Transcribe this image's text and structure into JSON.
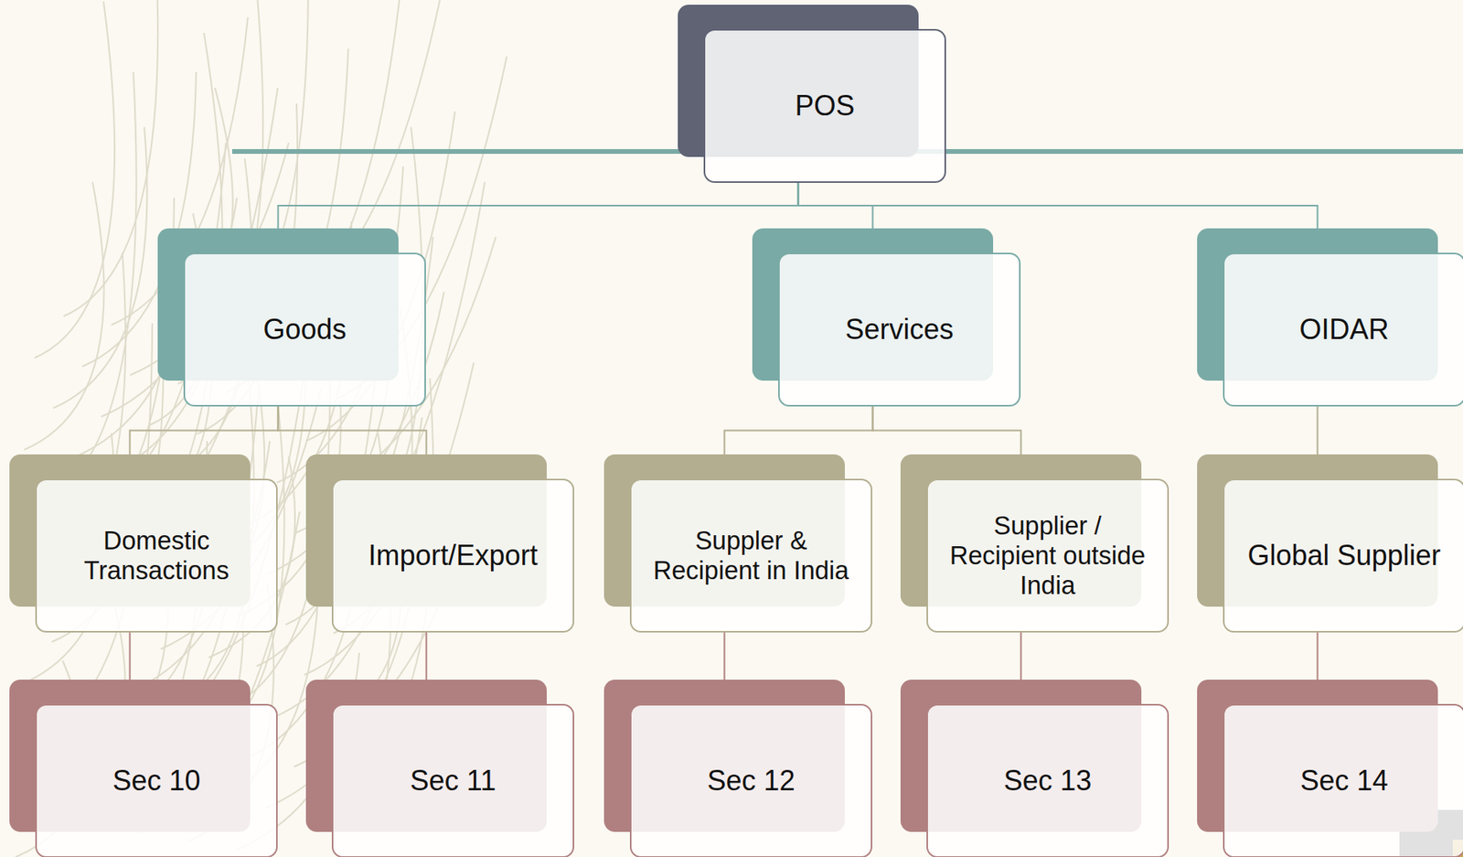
{
  "diagram": {
    "nodes": [
      {
        "text": [
          "POS"
        ]
      },
      {
        "text": [
          "Goods"
        ]
      },
      {
        "text": [
          "Services"
        ]
      },
      {
        "text": [
          "OIDAR"
        ]
      },
      {
        "text": [
          "Domestic Transactions"
        ]
      },
      {
        "text": [
          "Import/Export"
        ]
      },
      {
        "text": [
          "Suppler & Recipient in India"
        ]
      },
      {
        "text": [
          "Supplier / Recipient outside India"
        ]
      },
      {
        "text": [
          "Global Supplier"
        ]
      },
      {
        "text": [
          "Sec 10"
        ]
      },
      {
        "text": [
          "Sec 11"
        ]
      },
      {
        "text": [
          "Sec 12"
        ]
      },
      {
        "text": [
          "Sec 13"
        ]
      },
      {
        "text": [
          "Sec 14"
        ]
      }
    ],
    "edges": [
      {
        "from": 0,
        "to": 1,
        "arrow": "none"
      },
      {
        "from": 0,
        "to": 2,
        "arrow": "none"
      },
      {
        "from": 0,
        "to": 3,
        "arrow": "none"
      },
      {
        "from": 1,
        "to": 4,
        "arrow": "none"
      },
      {
        "from": 1,
        "to": 5,
        "arrow": "none"
      },
      {
        "from": 2,
        "to": 6,
        "arrow": "none"
      },
      {
        "from": 2,
        "to": 7,
        "arrow": "none"
      },
      {
        "from": 3,
        "to": 8,
        "arrow": "none"
      },
      {
        "from": 4,
        "to": 9,
        "arrow": "none"
      },
      {
        "from": 5,
        "to": 10,
        "arrow": "none"
      },
      {
        "from": 6,
        "to": 11,
        "arrow": "none"
      },
      {
        "from": 7,
        "to": 12,
        "arrow": "none"
      },
      {
        "from": 8,
        "to": 13,
        "arrow": "none"
      }
    ]
  }
}
